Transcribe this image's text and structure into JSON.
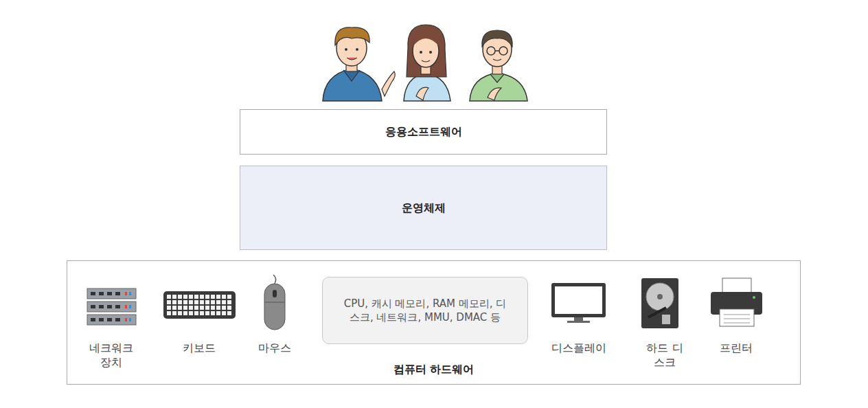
{
  "diagram": {
    "nodes": [
      {
        "text": [
          "응용소프트웨어"
        ]
      },
      {
        "text": [
          "운영체제"
        ]
      },
      {
        "text": [
          "컴퓨터 하드웨어"
        ]
      },
      {
        "text": [
          "CPU, 캐시 메모리, RAM 메모리, 디스크, 네트워크, MMU, DMAC 등"
        ],
        "in": 2
      }
    ],
    "labels": [
      "네크워크 장치",
      "키보드",
      "마우스",
      "디스플레이",
      "하드 디스크",
      "프린터"
    ]
  }
}
